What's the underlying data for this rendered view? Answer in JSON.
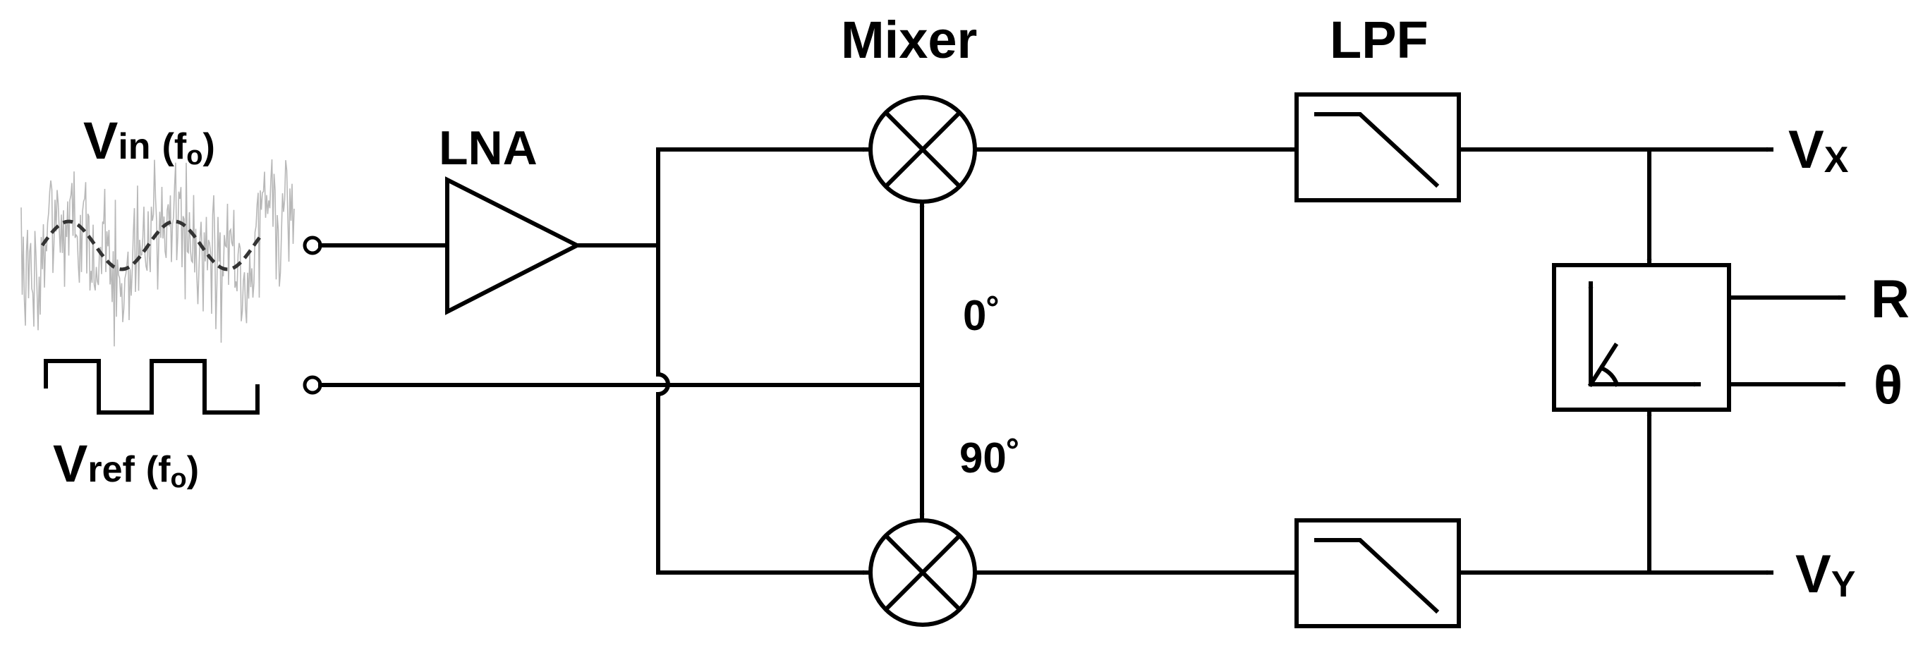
{
  "labels": {
    "vin_main": "V",
    "vin_sub": "in",
    "vin_freq": "(f",
    "vin_freq_sub": "o",
    "vin_freq_close": ")",
    "vref_main": "V",
    "vref_sub": "ref",
    "vref_freq": "(f",
    "vref_freq_sub": "o",
    "vref_freq_close": ")",
    "lna": "LNA",
    "mixer": "Mixer",
    "lpf": "LPF",
    "phase_0": "0˚",
    "phase_90": "90˚",
    "vx_main": "V",
    "vx_sub": "X",
    "vy_main": "V",
    "vy_sub": "Y",
    "r": "R",
    "theta": "θ"
  },
  "colors": {
    "line": "#000000",
    "filter_fill": "#d4d4d4",
    "noise": "#b8b8b8",
    "signal": "#333333"
  }
}
